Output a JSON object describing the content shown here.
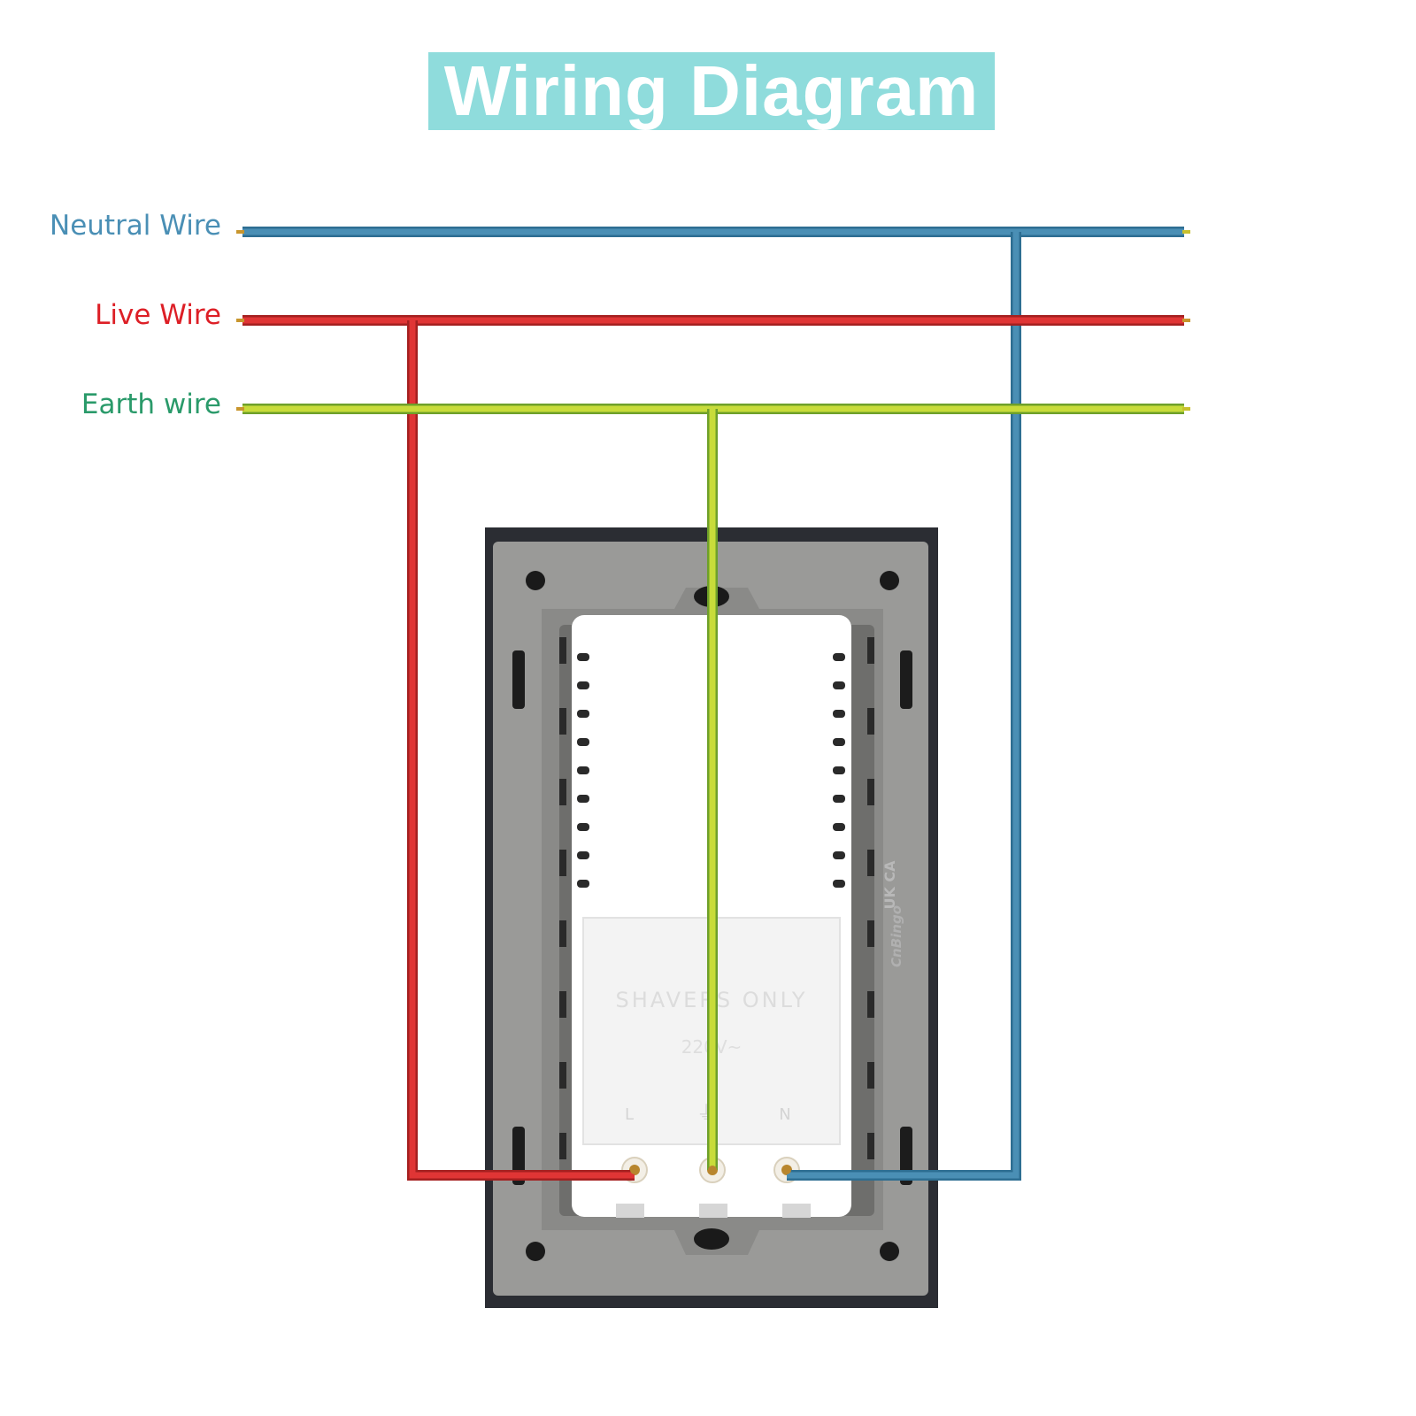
{
  "title": "Wiring Diagram",
  "wires": [
    {
      "id": "neutral",
      "label": "Neutral Wire",
      "color": "#4a8fb5",
      "label_color": "#4a8fb5"
    },
    {
      "id": "live",
      "label": "Live Wire",
      "color": "#e03535",
      "label_color": "#dd1f26"
    },
    {
      "id": "earth",
      "label": "Earth wire",
      "color": "#a8d43a",
      "label_color": "#2a9a6a"
    }
  ],
  "socket": {
    "marking": "SHAVERS ONLY",
    "voltage": "220V~",
    "terminals": [
      "L",
      "⏚",
      "N"
    ],
    "cert_mark": "UK CA",
    "brand": "CnBingo"
  },
  "colors": {
    "title_bg": "#8fdcdc",
    "frame": "#2b2d33",
    "back_plate": "#9a9a98",
    "module": "#ffffff"
  }
}
